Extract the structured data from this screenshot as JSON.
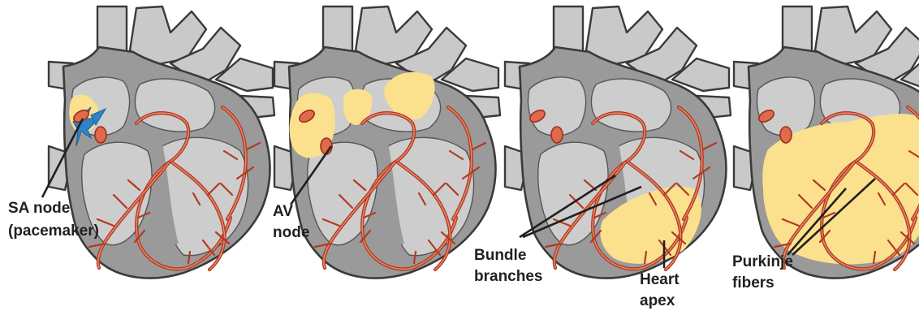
{
  "panels": [
    {
      "id": "sa",
      "label_lines": [
        "SA node",
        "(pacemaker)"
      ]
    },
    {
      "id": "av",
      "label_lines": [
        "AV",
        "node"
      ]
    },
    {
      "id": "bundle",
      "label_lines": [
        "Bundle",
        "branches"
      ],
      "label2_lines": [
        "Heart",
        "apex"
      ]
    },
    {
      "id": "purkinje",
      "label_lines": [
        "Purkinje",
        "fibers"
      ]
    }
  ],
  "colors": {
    "signal_highlight": "#fbe08d",
    "conduction_fibers": "#b23a22",
    "nodes": "#e06a4c",
    "impulse_arrows": "#2f84c7",
    "heart_wall": "#9a9a9a",
    "chambers": "#cdcdcd"
  }
}
